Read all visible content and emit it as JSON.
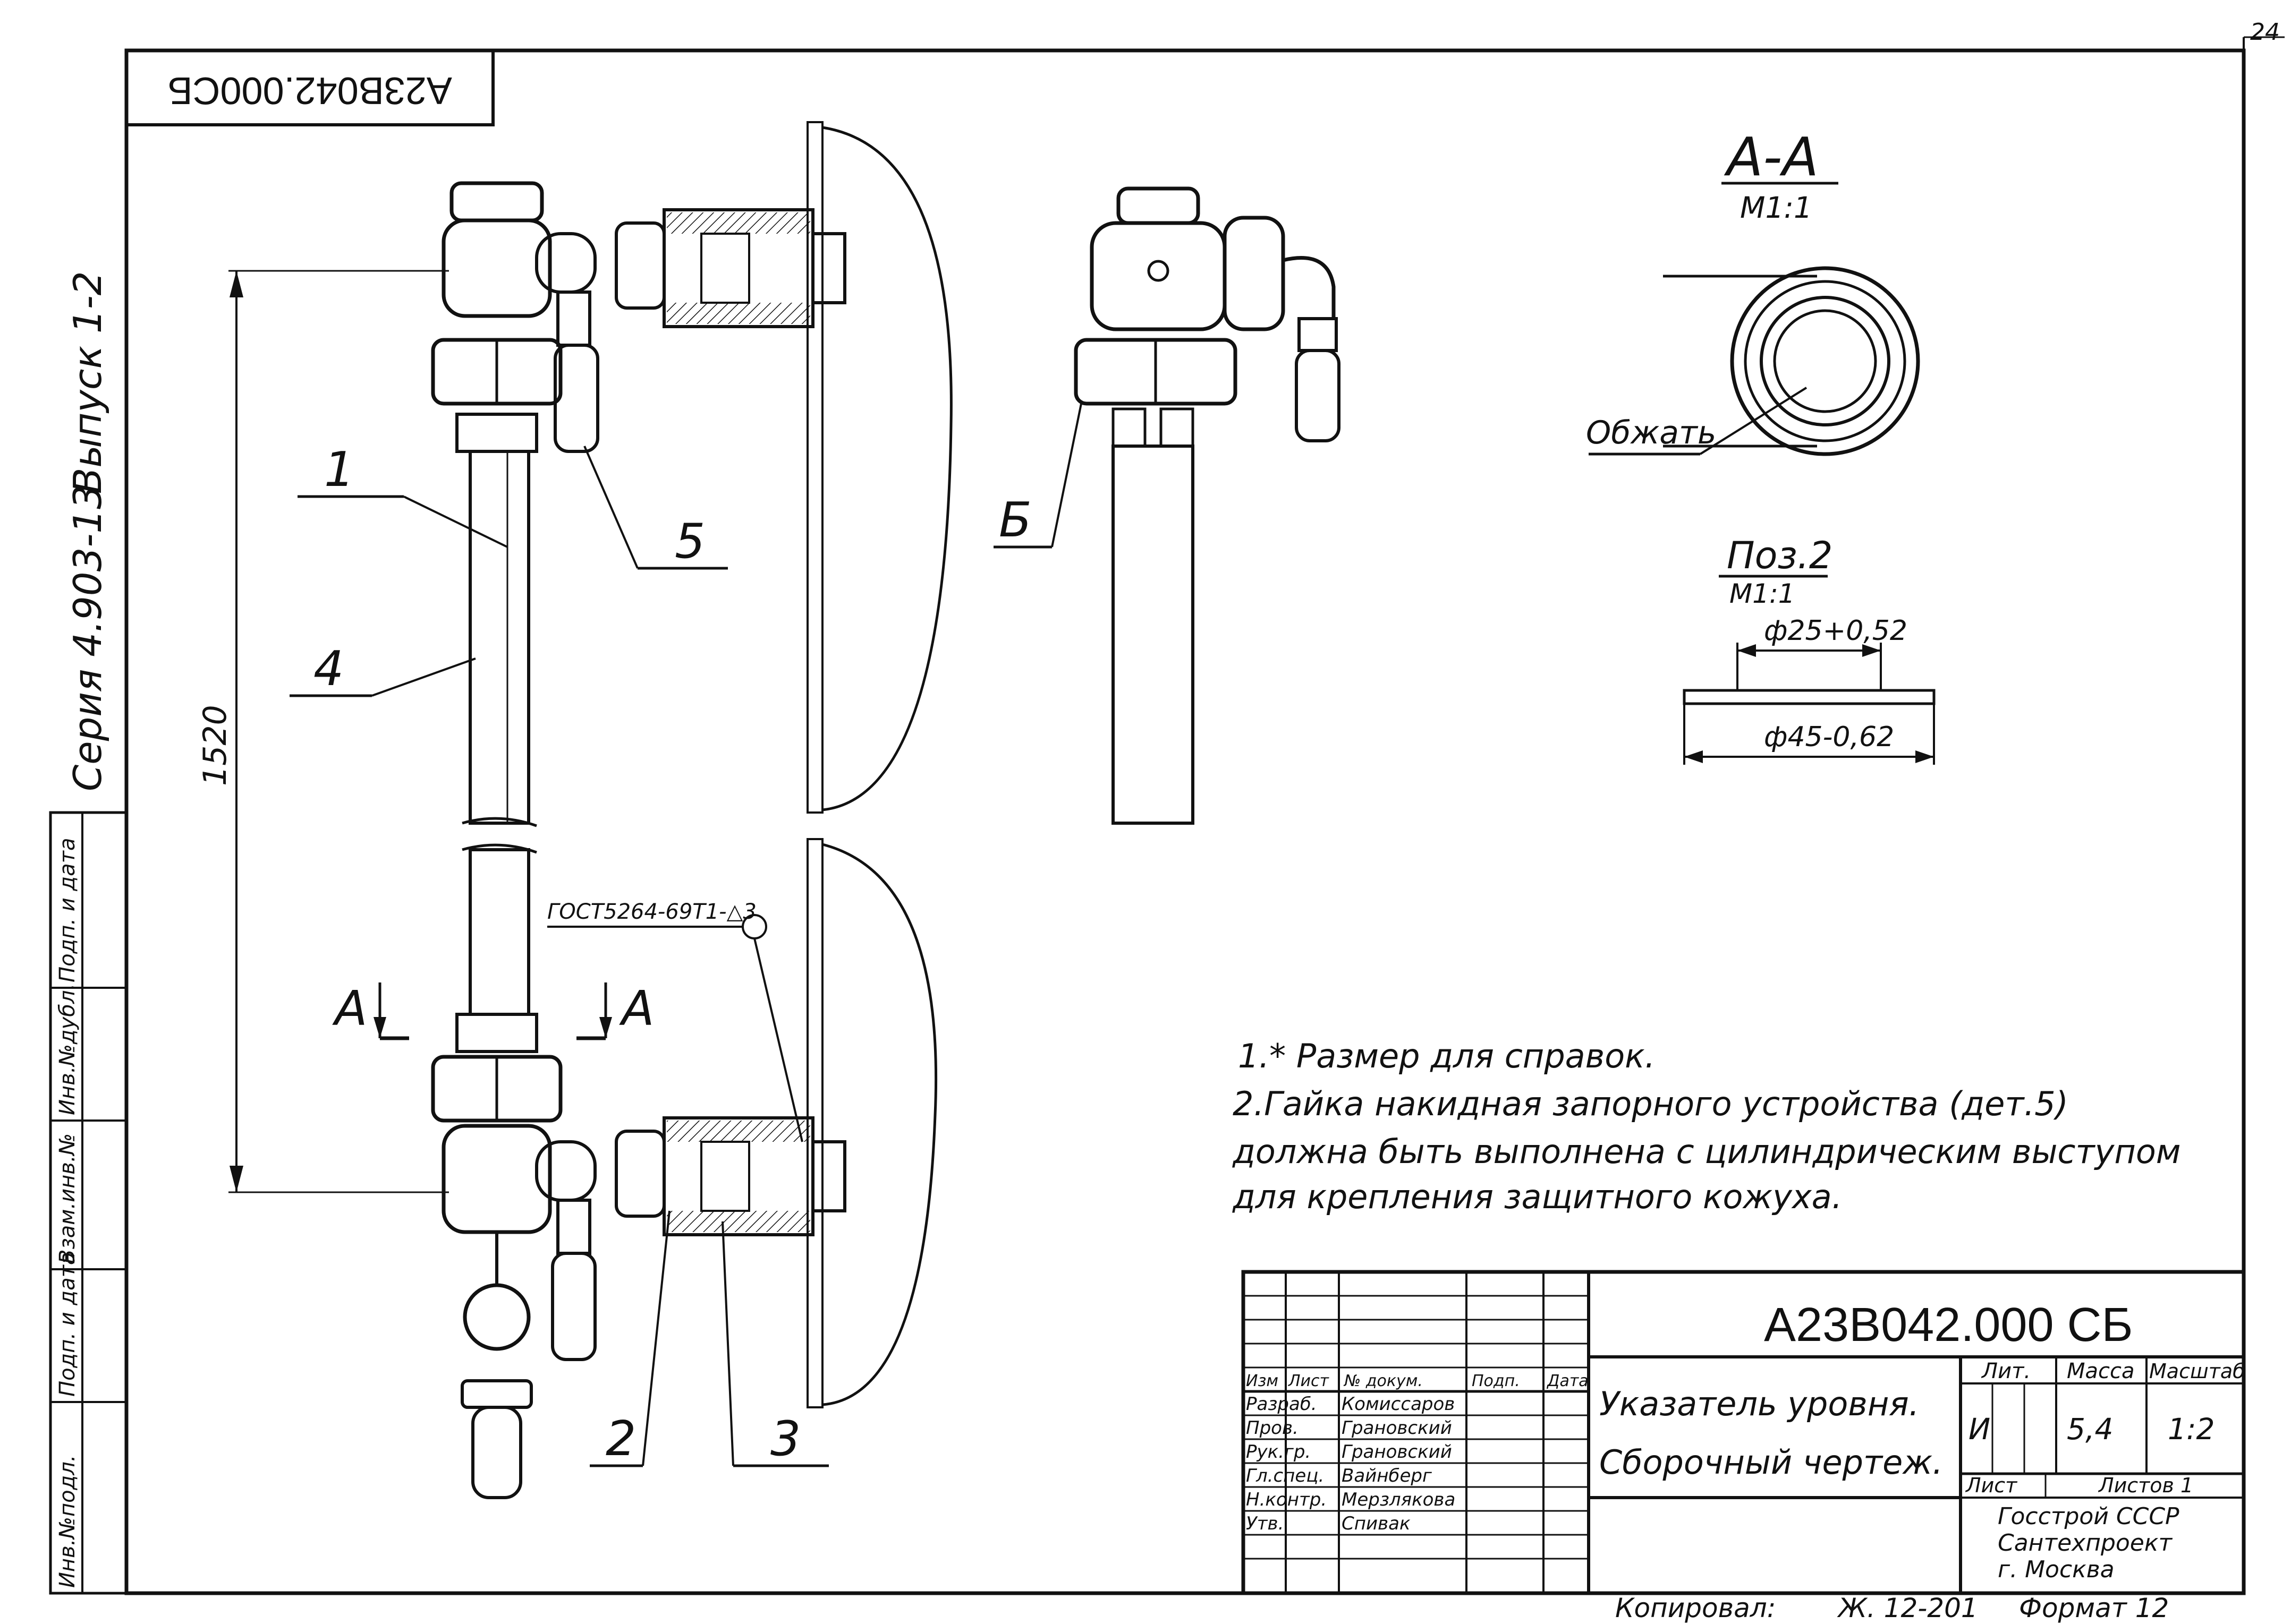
{
  "sheet": {
    "page_number": "24",
    "doc_code_rotated": "А23В042.000СБ",
    "series_label": "Серия 4.903-13",
    "issue_label": "Выпуск 1-2"
  },
  "side_stamp": {
    "cells": [
      "Инв.№подл.",
      "Подп. и дата",
      "Взам.инв.№",
      "Инв.№дубл.",
      "Подп. и дата"
    ]
  },
  "drawing": {
    "callouts": [
      "1",
      "2",
      "3",
      "4",
      "5"
    ],
    "dimension_1520": "1520",
    "gost_note": "ГОСТ5264-69Т1-△3",
    "section_mark_left": "А",
    "section_mark_right": "А",
    "view_b_label": "Б",
    "section_aa_title": "А-А",
    "section_aa_scale": "М1:1",
    "obzhat_label": "Обжать",
    "pos2_title": "Поз.2",
    "pos2_scale": "М1:1",
    "dim_inner": "ф25+0,52",
    "dim_outer": "ф45-0,62"
  },
  "notes": [
    "1.* Размер для справок.",
    "2.Гайка накидная запорного устройства (дет.5)",
    "должна быть выполнена с цилиндрическим выступом",
    "для крепления защитного кожуха."
  ],
  "title_block": {
    "doc_code": "А23В042.000 СБ",
    "title_line1": "Указатель уровня.",
    "title_line2": "Сборочный чертеж.",
    "col_headers": [
      "Изм",
      "Лист",
      "№ докум.",
      "Подп.",
      "Дата"
    ],
    "roles": [
      {
        "role": "Разраб.",
        "name": "Комиссаров"
      },
      {
        "role": "Пров.",
        "name": "Грановский"
      },
      {
        "role": "Рук.гр.",
        "name": "Грановский"
      },
      {
        "role": "Гл.спец.",
        "name": "Вайнберг"
      },
      {
        "role": "Н.контр.",
        "name": "Мерзлякова"
      },
      {
        "role": "Утв.",
        "name": "Спивак"
      }
    ],
    "lit_header": "Лит.",
    "mass_header": "Масса",
    "scale_header": "Масштаб",
    "lit_value": "И",
    "mass_value": "5,4",
    "scale_value": "1:2",
    "sheet_label": "Лист",
    "sheets_label": "Листов 1",
    "org_line1": "Госстрой СССР",
    "org_line2": "Сантехпроект",
    "org_line3": "г. Москва"
  },
  "footer": {
    "copied_label": "Копировал:",
    "copier": "Ж. 12-201",
    "format_label": "Формат 12"
  }
}
